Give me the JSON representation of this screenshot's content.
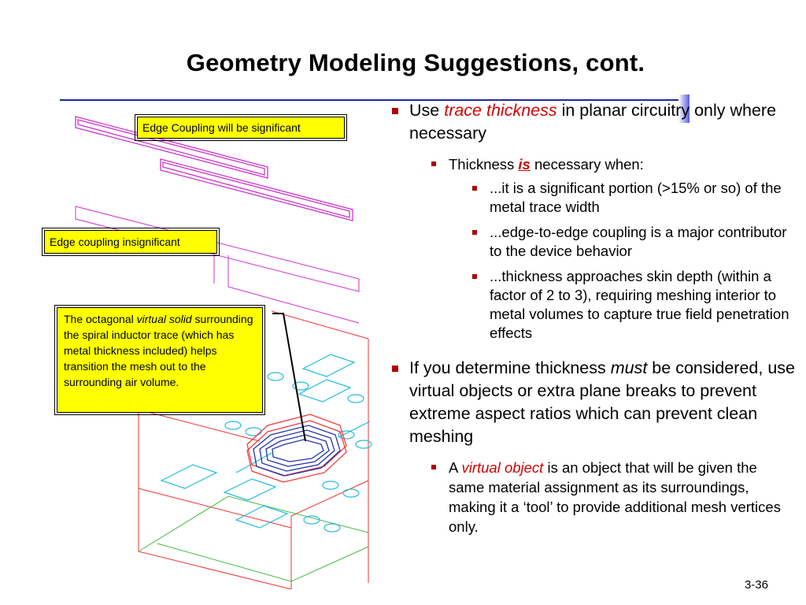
{
  "slide": {
    "title": "Geometry Modeling Suggestions, cont.",
    "number": "3-36"
  },
  "callouts": {
    "edge_significant": "Edge Coupling will be significant",
    "edge_insignificant": "Edge coupling insignificant",
    "octagon_prefix": "The octagonal ",
    "octagon_italic": "virtual solid",
    "octagon_suffix": " surrounding the spiral inductor trace (which has metal thickness included) helps transition the mesh out to the surrounding air volume."
  },
  "bullets": {
    "b1": {
      "prefix": "Use ",
      "highlight": "trace thickness",
      "suffix": " in planar circuitry only where necessary"
    },
    "b1_sub": {
      "prefix": "Thickness ",
      "highlight": "is",
      "suffix": " necessary when:"
    },
    "b1_items": [
      "...it is a significant portion (>15% or so) of the metal trace width",
      "...edge-to-edge coupling is a major contributor to the device behavior",
      "...thickness approaches skin depth (within a factor of 2 to 3), requiring meshing interior to metal volumes to capture true field penetration effects"
    ],
    "b2": {
      "prefix": "If you determine thickness ",
      "highlight": "must",
      "suffix": " be considered, use virtual objects or extra plane breaks to prevent extreme aspect ratios which can prevent clean meshing"
    },
    "b2_sub": {
      "prefix": "A ",
      "highlight": "virtual object",
      "suffix": " is an object that will be given the same material assignment as its surroundings, making it a ‘tool’ to provide additional mesh vertices only."
    }
  },
  "colors": {
    "accent_bullet": "#b00000",
    "emphasis_text": "#d40000",
    "callout_fill": "#ffff00",
    "title_rule": "#1f2a8f",
    "trace_magenta": "#cc33cc",
    "box_red": "#ee3333",
    "pad_cyan": "#22bbdd",
    "ground_green": "#44bb44",
    "spiral_blue": "#2233aa"
  }
}
